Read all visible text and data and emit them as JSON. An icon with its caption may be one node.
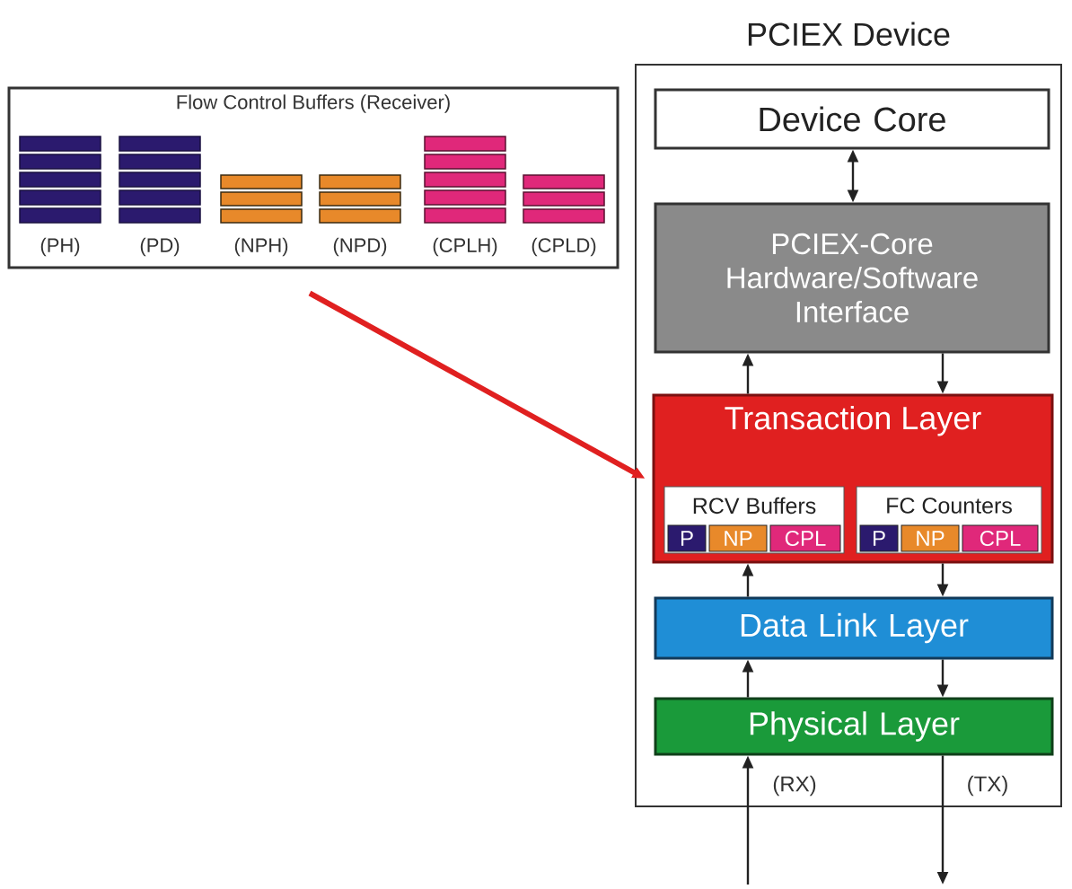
{
  "diagram": {
    "nodes": [
      {
        "text": [
          "Flow Control Buffers (Receiver)"
        ]
      },
      {
        "text": [],
        "shape": "bar",
        "in": 0,
        "beside": [
          "(PH)"
        ]
      },
      {
        "text": [],
        "shape": "bar",
        "in": 0,
        "beside": [
          "(PD)"
        ]
      },
      {
        "text": [],
        "shape": "bar",
        "in": 0,
        "beside": [
          "(NPH)"
        ]
      },
      {
        "text": [],
        "shape": "bar",
        "in": 0,
        "beside": [
          "(NPD)"
        ]
      },
      {
        "text": [],
        "shape": "bar",
        "in": 0,
        "beside": [
          "(CPLH)"
        ]
      },
      {
        "text": [],
        "shape": "bar",
        "in": 0,
        "beside": [
          "(CPLD)"
        ]
      },
      {
        "text": [
          "PCIEX Device"
        ]
      },
      {
        "text": [
          "Device Core"
        ],
        "in": 7
      },
      {
        "text": [
          "PCIEX-Core Hardware/Software Interface"
        ],
        "in": 7
      },
      {
        "text": [
          "Transaction Layer"
        ],
        "in": 7
      },
      {
        "text": [
          "RCV Buffers"
        ],
        "in": 10
      },
      {
        "text": [
          "P"
        ],
        "in": 11
      },
      {
        "text": [
          "NP"
        ],
        "in": 11
      },
      {
        "text": [
          "CPL"
        ],
        "in": 11
      },
      {
        "text": [
          "FC Counters"
        ],
        "in": 10
      },
      {
        "text": [
          "P"
        ],
        "in": 15
      },
      {
        "text": [
          "NP"
        ],
        "in": 15
      },
      {
        "text": [
          "CPL"
        ],
        "in": 15
      },
      {
        "text": [
          "Data Link Layer"
        ],
        "in": 7
      },
      {
        "text": [
          "Physical Layer"
        ],
        "in": 7
      }
    ],
    "edges": [
      {
        "from": 0,
        "to": 10,
        "arrow": "to",
        "style": "thick",
        "color": "#e02020"
      },
      {
        "from": 8,
        "to": 9,
        "arrow": "both"
      },
      {
        "from": 10,
        "to": 9,
        "arrow": "to"
      },
      {
        "from": 9,
        "to": 10,
        "arrow": "to"
      },
      {
        "from": 19,
        "to": 10,
        "arrow": "to"
      },
      {
        "from": 10,
        "to": 19,
        "arrow": "to"
      },
      {
        "from": 20,
        "to": 19,
        "arrow": "to"
      },
      {
        "from": 19,
        "to": 20,
        "arrow": "to"
      },
      {
        "from": null,
        "to": 20,
        "arrow": "to",
        "label": "(RX)"
      },
      {
        "from": 20,
        "to": null,
        "arrow": "to",
        "label": "(TX)"
      }
    ]
  }
}
